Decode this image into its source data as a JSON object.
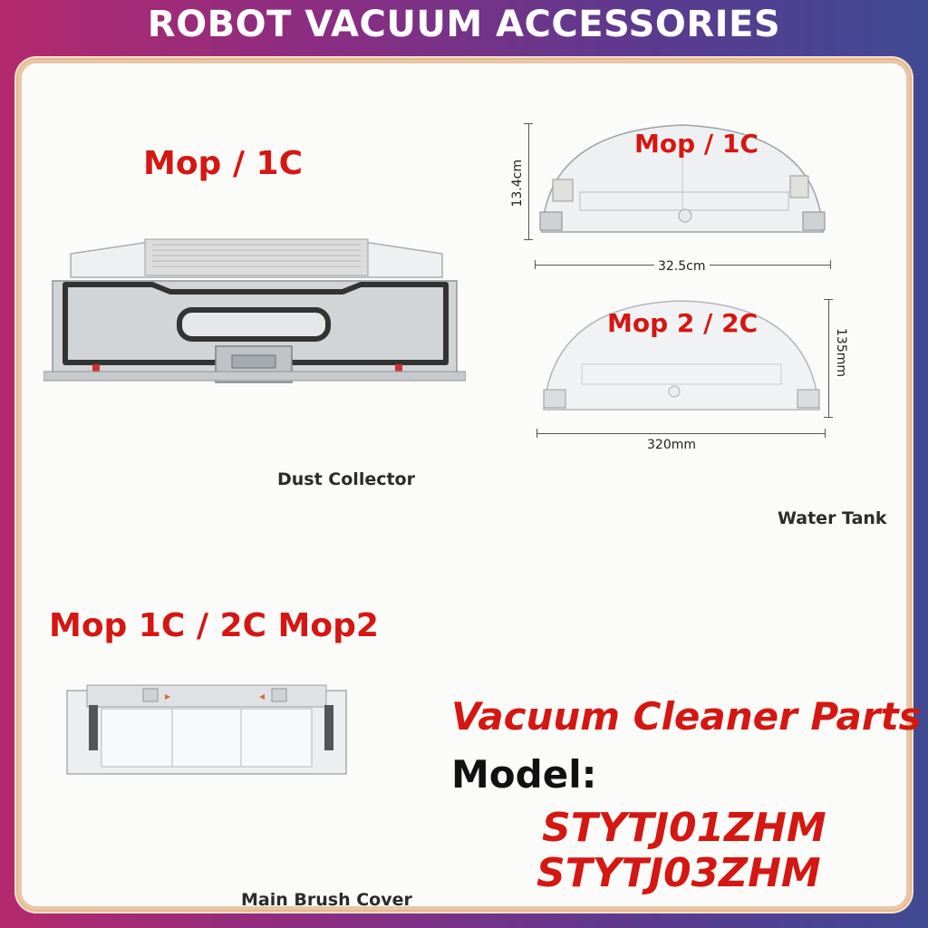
{
  "banner": {
    "title": "ROBOT VACUUM ACCESSORIES"
  },
  "dust_collector": {
    "compat": "Mop / 1C",
    "caption": "Dust Collector"
  },
  "water_tank": {
    "caption": "Water Tank",
    "tank1": {
      "compat": "Mop / 1C",
      "height": "13.4cm",
      "width": "32.5cm"
    },
    "tank2": {
      "compat": "Mop 2 / 2C",
      "height": "135mm",
      "width": "320mm"
    }
  },
  "brush_cover": {
    "compat": "Mop 1C / 2C Mop2",
    "caption": "Main Brush Cover"
  },
  "product_info": {
    "headline": "Vacuum Cleaner Parts",
    "model_label": "Model:",
    "models": [
      "STYTJ01ZHM",
      "STYTJ03ZHM"
    ]
  },
  "colors": {
    "accent_red": "#d41712",
    "banner_gradient_start": "#b4296e",
    "banner_gradient_end": "#3f4a93"
  }
}
